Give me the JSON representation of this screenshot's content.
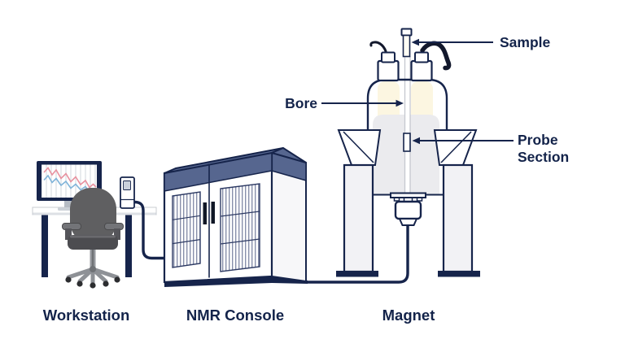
{
  "diagram": {
    "captions": {
      "workstation": "Workstation",
      "nmr_console": "NMR Console",
      "magnet": "Magnet"
    },
    "callouts": {
      "sample": "Sample",
      "bore": "Bore",
      "probe_section": {
        "line1": "Probe",
        "line2": "Section"
      }
    },
    "colors": {
      "outline_navy": "#16244b",
      "label_navy": "#13234a",
      "panel_slate": "#56668f",
      "vessel_cream": "#fcf6e1",
      "column_gray": "#ebebee",
      "leg_gray": "#f2f2f5",
      "chair_gray": "#5f5f61",
      "chart_pink": "#e8919f",
      "chart_blue": "#7fb3d9",
      "cable_black": "#12182c",
      "background": "#ffffff"
    }
  }
}
